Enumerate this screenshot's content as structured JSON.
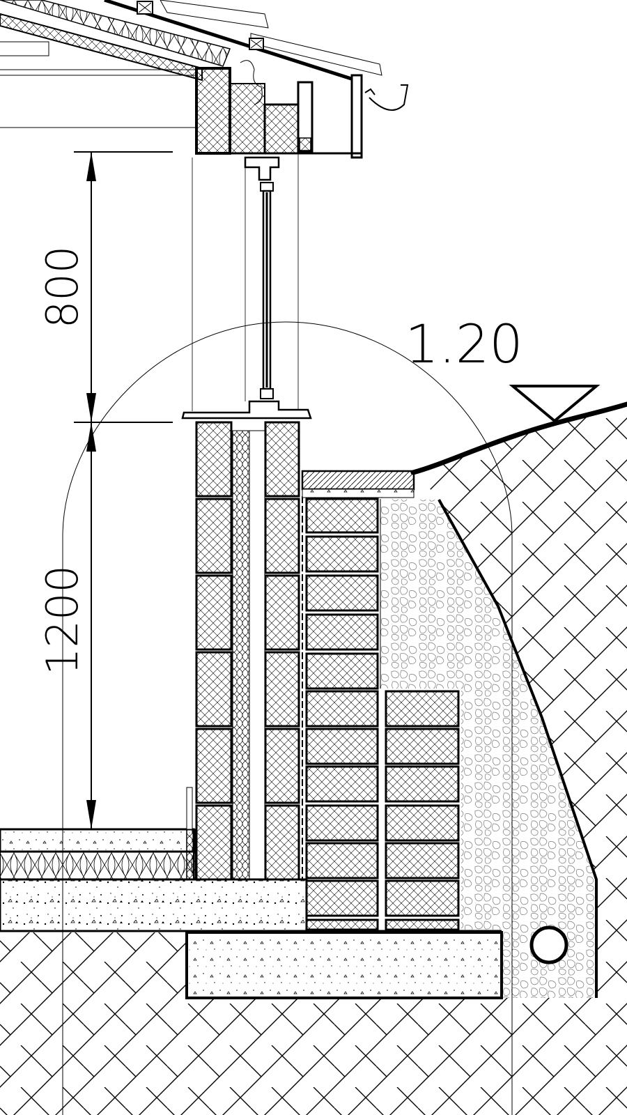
{
  "drawing": {
    "dimensions": {
      "upper": "800",
      "lower": "1200"
    },
    "level_marker": {
      "value": "1.20",
      "symbol": "triangle-down-icon"
    }
  }
}
